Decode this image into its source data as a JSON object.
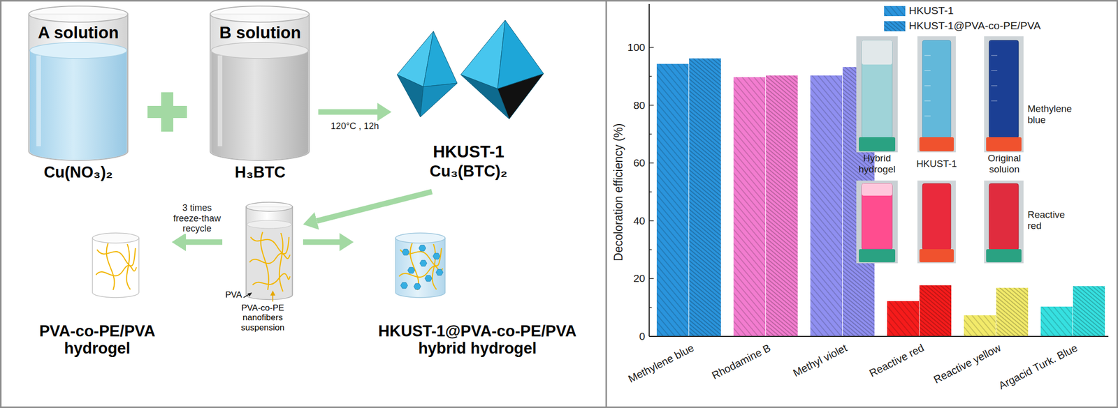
{
  "diagram": {
    "nodes": [
      {
        "text": [
          "A solution",
          "Cu(NO₃)₂"
        ]
      },
      {
        "text": [
          "B solution",
          "H₃BTC"
        ]
      },
      {
        "text": [
          "HKUST-1",
          "Cu₃(BTC)₂"
        ]
      },
      {
        "text": [
          "PVA-co-PE/PVA hydrogel"
        ]
      },
      {
        "text": [
          "PVA",
          "PVA-co-PE nanofibers suspension"
        ]
      },
      {
        "text": [
          "HKUST-1@PVA-co-PE/PVA hybrid hydrogel"
        ]
      }
    ],
    "edges": [
      {
        "from": 1,
        "to": 2,
        "arrow": "to",
        "label": "120°C , 12h"
      },
      {
        "from": 2,
        "to": 4,
        "arrow": "to"
      },
      {
        "from": 4,
        "to": 3,
        "arrow": "to",
        "label": "3 times freeze-thaw recycle"
      },
      {
        "from": 4,
        "to": 5,
        "arrow": "to"
      }
    ],
    "labels": [
      "Decoloration efficiency (%)",
      "100",
      "80",
      "60",
      "40",
      "20",
      "0",
      "Methylene blue",
      "Rhodamine B",
      "Methyl violet",
      "Reactive red",
      "Reactive yellow",
      "Argacid Turk. Blue",
      "Hybrid hydrogel",
      "HKUST-1",
      "Original soluion",
      "Methylene blue",
      "Reactive red"
    ],
    "legend": [
      {
        "text": "HKUST-1"
      },
      {
        "text": "HKUST-1@PVA-co-PE/PVA"
      }
    ]
  }
}
